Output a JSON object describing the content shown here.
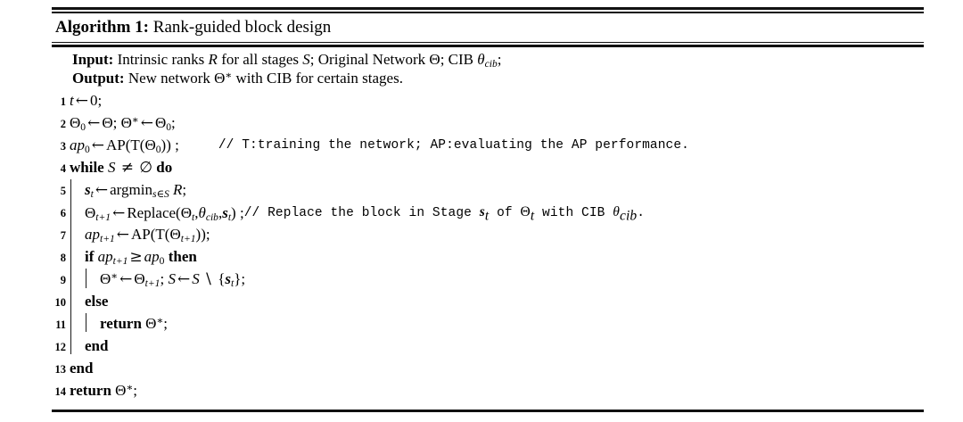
{
  "algorithm": {
    "caption_label": "Algorithm 1:",
    "caption_title": "Rank-guided block design",
    "io": {
      "input_label": "Input:",
      "input_text": "Intrinsic ranks R for all stages S; Original Network Θ; CIB θcib;",
      "output_label": "Output:",
      "output_text": "New network Θ* with CIB for certain stages."
    },
    "line_numbers": [
      "1",
      "2",
      "3",
      "4",
      "5",
      "6",
      "7",
      "8",
      "9",
      "10",
      "11",
      "12",
      "13",
      "14"
    ],
    "lines": [
      {
        "n": "1",
        "text": "t ← 0;"
      },
      {
        "n": "2",
        "text": "Θ0 ← Θ; Θ* ← Θ0;"
      },
      {
        "n": "3",
        "text": "ap0 ← AP(T(Θ0)) ;",
        "comment": "// T:training the network; AP:evaluating the AP performance."
      },
      {
        "n": "4",
        "text": "while S ≠ ∅ do"
      },
      {
        "n": "5",
        "text": "st ← argmin s∈S R;"
      },
      {
        "n": "6",
        "text": "Θt+1 ← Replace(Θt, θcib, st) ;",
        "comment": "// Replace the block in Stage st of Θt with CIB θcib."
      },
      {
        "n": "7",
        "text": "apt+1 ← AP(T(Θt+1));"
      },
      {
        "n": "8",
        "text": "if apt+1 ≥ ap0 then"
      },
      {
        "n": "9",
        "text": "Θ* ← Θt+1; S ← S \\ {st};"
      },
      {
        "n": "10",
        "text": "else"
      },
      {
        "n": "11",
        "text": "return Θ*;"
      },
      {
        "n": "12",
        "text": "end"
      },
      {
        "n": "13",
        "text": "end"
      },
      {
        "n": "14",
        "text": "return Θ*;"
      }
    ],
    "keywords": {
      "while": "while",
      "do": "do",
      "if": "if",
      "then": "then",
      "else": "else",
      "end": "end",
      "return": "return"
    },
    "colors": {
      "text": "#000000",
      "rule": "#111111",
      "background": "#ffffff"
    }
  }
}
